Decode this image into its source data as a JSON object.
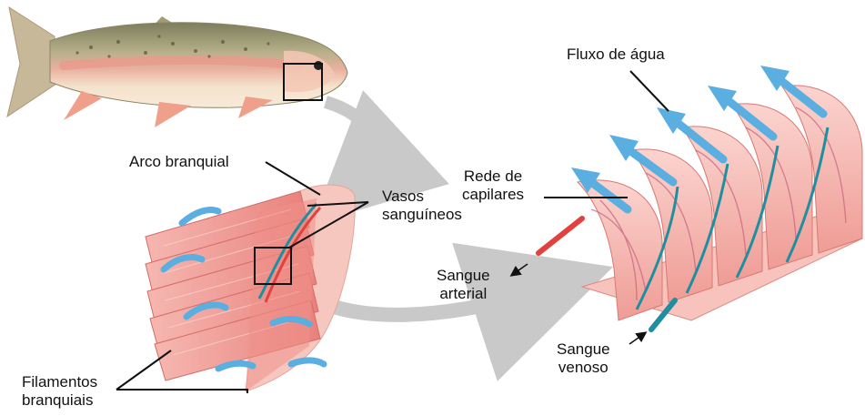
{
  "labels": {
    "arco_branquial": "Arco branquial",
    "vasos_line1": "Vasos",
    "vasos_line2": "sanguíneos",
    "filamentos_line1": "Filamentos",
    "filamentos_line2": "branquiais",
    "fluxo_agua": "Fluxo de água",
    "rede_line1": "Rede de",
    "rede_line2": "capilares",
    "arterial_line1": "Sangue",
    "arterial_line2": "arterial",
    "venoso_line1": "Sangue",
    "venoso_line2": "venoso"
  },
  "colors": {
    "water_arrow": "#5aaee0",
    "arterial": "#e2413e",
    "venous": "#1f8fa0",
    "tissue": "#f4a5a0",
    "tissue_dark": "#e26f6a",
    "connector_arrow": "#c9c9c9",
    "fish_back": "#8a8a66",
    "fish_belly": "#f2ddc6",
    "fish_stripe": "#e99a8c"
  }
}
